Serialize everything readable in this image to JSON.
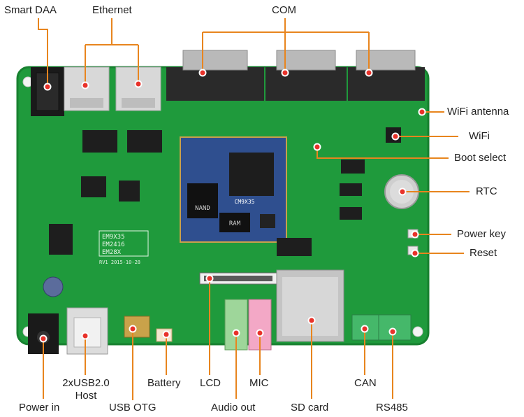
{
  "colors": {
    "board_green": "#1f9a3c",
    "board_dark": "#17802f",
    "leader_orange": "#e8851e",
    "marker_red": "#e8322a",
    "module_blue": "#2f4f8f",
    "label_text": "#222222"
  },
  "labels": {
    "smart_daa": "Smart DAA",
    "ethernet": "Ethernet",
    "com": "COM",
    "wifi_antenna": "WiFi antenna",
    "wifi": "WiFi",
    "boot_select": "Boot select",
    "rtc": "RTC",
    "power_key": "Power key",
    "reset": "Reset",
    "usb_host_line1": "2xUSB2.0",
    "usb_host_line2": "Host",
    "battery": "Battery",
    "lcd": "LCD",
    "mic": "MIC",
    "can": "CAN",
    "power_in": "Power in",
    "usb_otg": "USB OTG",
    "audio_out": "Audio out",
    "sd_card": "SD card",
    "rs485": "RS485"
  },
  "silkscreen": {
    "module_name": "CM9X35",
    "nand": "NAND",
    "ram": "RAM",
    "model_1": "EM9X35",
    "model_2": "EM2416",
    "model_3": "EM28X",
    "revision": "RV1 2015-10-28"
  }
}
